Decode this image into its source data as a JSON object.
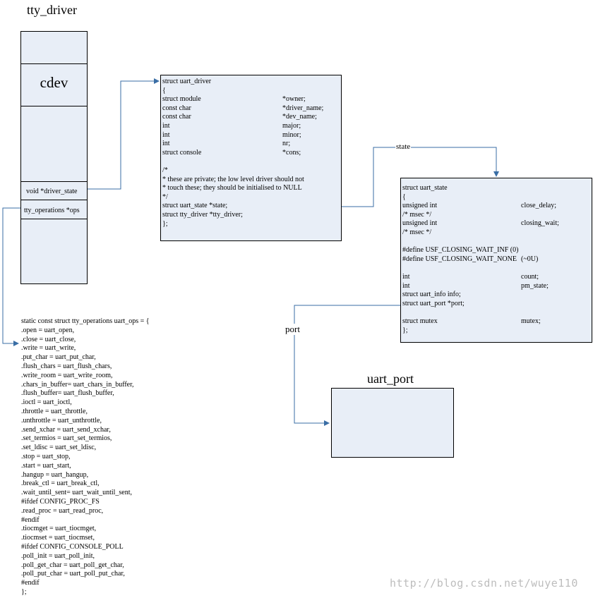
{
  "tty_driver": {
    "title": "tty_driver",
    "cdev_label": "cdev",
    "driver_state_label": "void *driver_state",
    "ops_label": "tty_operations *ops"
  },
  "uart_driver": {
    "lines": [
      [
        "struct uart_driver",
        ""
      ],
      [
        "{",
        ""
      ],
      [
        "    struct module",
        "*owner;"
      ],
      [
        "    const char",
        "*driver_name;"
      ],
      [
        "    const char",
        "*dev_name;"
      ],
      [
        "    int",
        " major;"
      ],
      [
        "    int",
        " minor;"
      ],
      [
        "    int",
        " nr;"
      ],
      [
        "    struct console",
        "*cons;"
      ],
      [
        "",
        ""
      ],
      [
        "    /*",
        ""
      ],
      [
        "     * these are private; the low level driver should not",
        ""
      ],
      [
        "     * touch these; they should be initialised to NULL",
        ""
      ],
      [
        "     */",
        ""
      ],
      [
        "    struct uart_state            *state;",
        ""
      ],
      [
        "    struct tty_driver            *tty_driver;",
        ""
      ],
      [
        "};",
        ""
      ]
    ]
  },
  "uart_state": {
    "lines": [
      [
        "struct uart_state",
        ""
      ],
      [
        "{",
        ""
      ],
      [
        "    unsigned int",
        "close_delay;"
      ],
      [
        "                        /* msec */",
        ""
      ],
      [
        "    unsigned int",
        "closing_wait;"
      ],
      [
        "                                       /* msec */",
        ""
      ],
      [
        "",
        ""
      ],
      [
        "#define USF_CLOSING_WAIT_INF   (0)",
        ""
      ],
      [
        "#define USF_CLOSING_WAIT_NONE",
        "        (~0U)"
      ],
      [
        "",
        ""
      ],
      [
        "    int",
        "count;"
      ],
      [
        "    int",
        "pm_state;"
      ],
      [
        "    struct uart_info             info;",
        ""
      ],
      [
        "    struct uart_port             *port;",
        ""
      ],
      [
        "",
        ""
      ],
      [
        "    struct mutex",
        "mutex;"
      ],
      [
        "};",
        ""
      ]
    ]
  },
  "uart_port": {
    "title": "uart_port"
  },
  "edge_labels": {
    "state": "state",
    "port": "port"
  },
  "uart_ops": {
    "lines": [
      "static const struct tty_operations uart_ops = {",
      "                      .open                          = uart_open,",
      "                      .close                         = uart_close,",
      "                      .write                         = uart_write,",
      "                      .put_char       = uart_put_char,",
      "                      .flush_chars  = uart_flush_chars,",
      "                      .write_room  = uart_write_room,",
      "                      .chars_in_buffer= uart_chars_in_buffer,",
      "                      .flush_buffer= uart_flush_buffer,",
      "                      .ioctl                          = uart_ioctl,",
      "                      .throttle       = uart_throttle,",
      "                      .unthrottle     = uart_unthrottle,",
      "                      .send_xchar   = uart_send_xchar,",
      "                      .set_termios   = uart_set_termios,",
      "                      .set_ldisc      = uart_set_ldisc,",
      "                      .stop                          = uart_stop,",
      "                      .start                         = uart_start,",
      "                      .hangup                        = uart_hangup,",
      "                      .break_ctl      = uart_break_ctl,",
      "                      .wait_until_sent= uart_wait_until_sent,",
      "#ifdef CONFIG_PROC_FS",
      "                      .read_proc      = uart_read_proc,",
      "#endif",
      "                      .tiocmget       = uart_tiocmget,",
      "                      .tiocmset       = uart_tiocmset,",
      "#ifdef CONFIG_CONSOLE_POLL",
      "                      .poll_init      = uart_poll_init,",
      "                      .poll_get_char                 = uart_poll_get_char,",
      "                      .poll_put_char                 = uart_poll_put_char,",
      "#endif",
      "};"
    ]
  },
  "watermark": "http://blog.csdn.net/wuye110",
  "colors": {
    "box_fill": "#e8eef7",
    "arrow": "#3a6ea5"
  }
}
